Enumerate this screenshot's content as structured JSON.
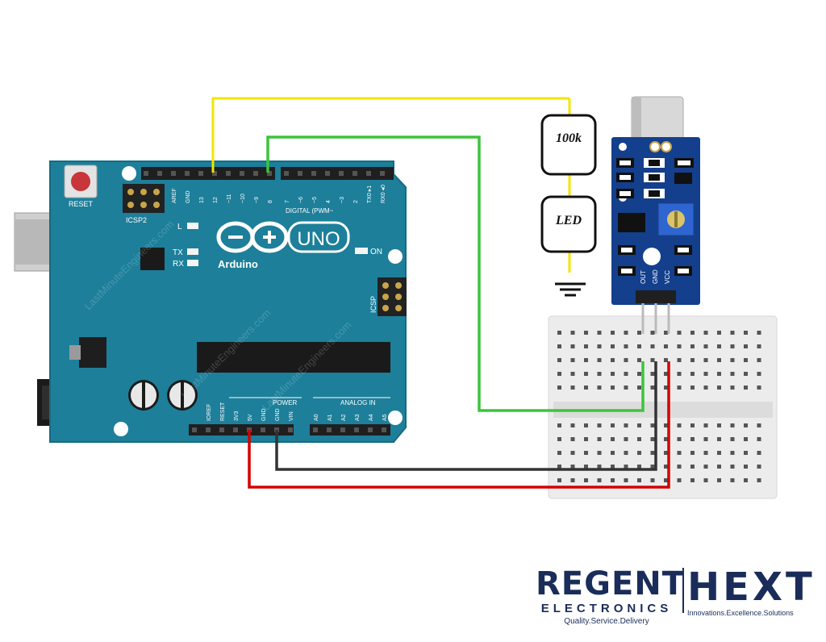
{
  "board": {
    "logo_text": "UNO",
    "brand": "Arduino",
    "reset": "RESET",
    "icsp2": "ICSP2",
    "icsp": "ICSP",
    "l": "L",
    "tx": "TX",
    "rx": "RX",
    "on": "ON",
    "digital": "DIGITAL (PWM~",
    "power": "POWER",
    "analog": "ANALOG IN",
    "top_pins": [
      "AREF",
      "GND",
      "13",
      "12",
      "~11",
      "~10",
      "~9",
      "8",
      "7",
      "~6",
      "~5",
      "4",
      "~3",
      "2",
      "TX0 ▸1",
      "RX0 ◂0"
    ],
    "bottom_pins": [
      "IOREF",
      "RESET",
      "3V3",
      "5V",
      "GND",
      "GND",
      "VIN",
      "A0",
      "A1",
      "A2",
      "A3",
      "A4",
      "A5"
    ],
    "watermark": "LastMinuteEngineers.com"
  },
  "components": {
    "resistor": "100k",
    "led": "LED"
  },
  "sensor": {
    "pins": [
      "OUT",
      "GND",
      "VCC"
    ]
  },
  "wires": {
    "yellow": "#f2e600",
    "green": "#3cc43c",
    "black": "#333333",
    "red": "#d40000"
  },
  "logos": {
    "regent": "REGENT",
    "electronics": "ELECTRONICS",
    "regent_tag": "Quality.Service.Delivery",
    "hext": "HEXT",
    "hext_tag": "Innovations.Excellence.Solutions"
  }
}
